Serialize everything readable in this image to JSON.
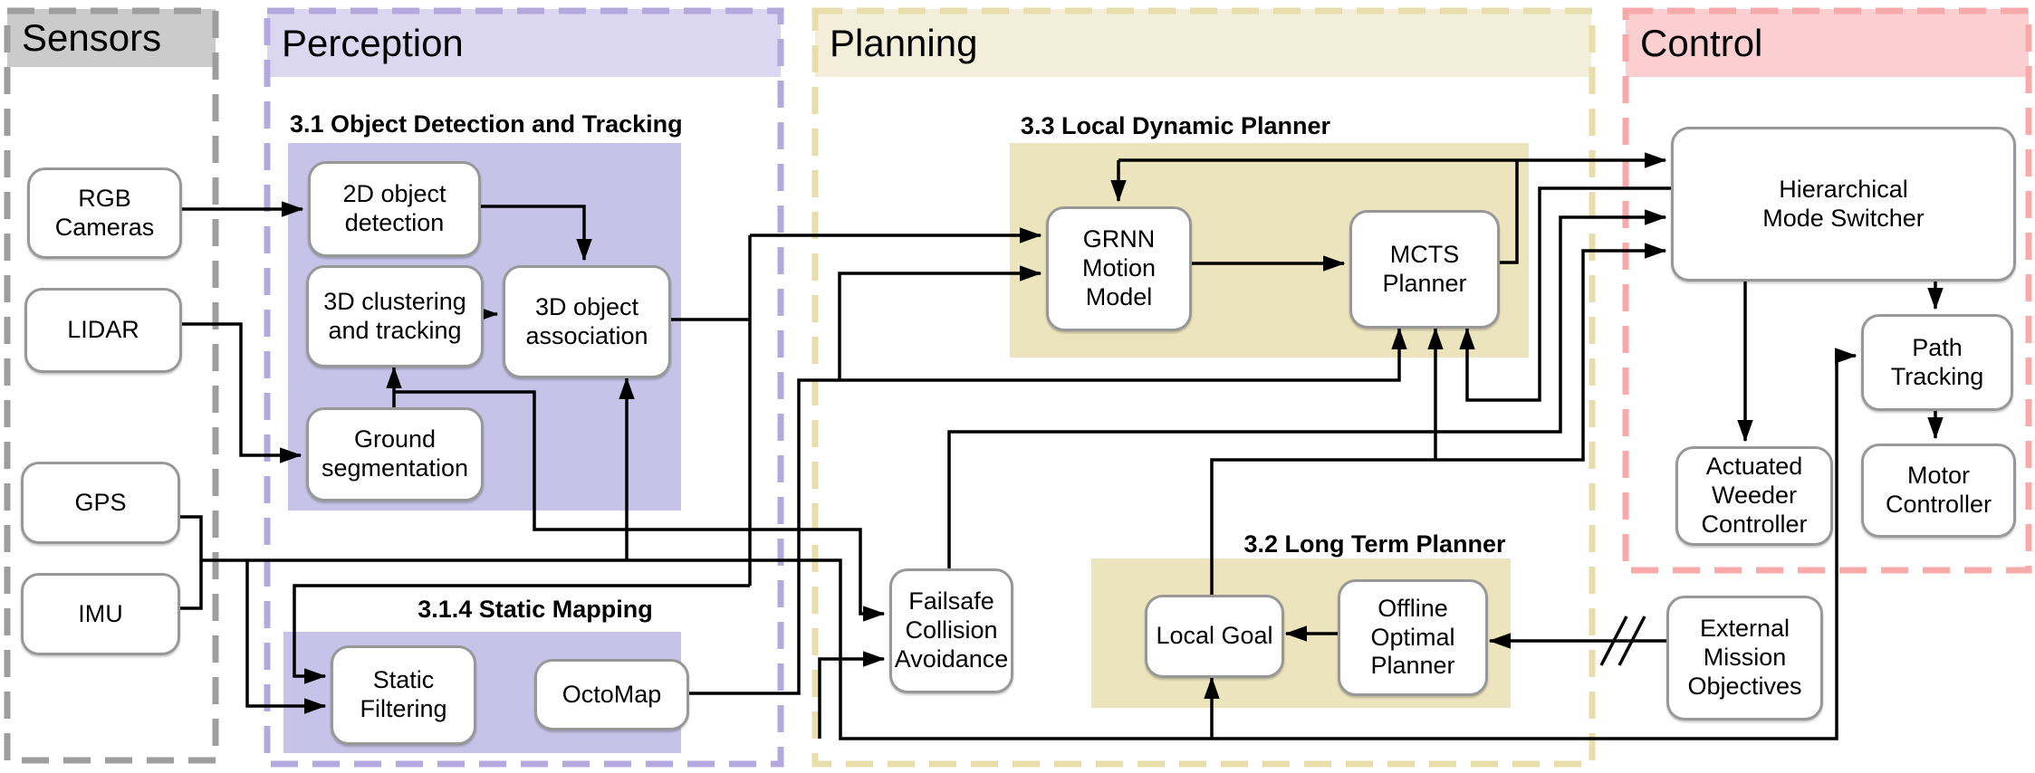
{
  "regions": {
    "sensors": {
      "title": "Sensors",
      "band_color": "#cbcbcb",
      "border_color": "#9e9e9e"
    },
    "perception": {
      "title": "Perception",
      "band_color": "#dcd7f1",
      "border_color": "#b3a9de",
      "block_color": "#c7c3e8",
      "sections": {
        "object_detection": "3.1 Object Detection and Tracking",
        "static_mapping": "3.1.4 Static Mapping"
      }
    },
    "planning": {
      "title": "Planning",
      "band_color": "#f3eed9",
      "border_color": "#e7deac",
      "block_color": "#ece4bd",
      "sections": {
        "local_dynamic_planner": "3.3 Local Dynamic Planner",
        "long_term_planner": "3.2 Long Term Planner"
      }
    },
    "control": {
      "title": "Control",
      "band_color": "#fbcfcf",
      "border_color": "#f8a9a9"
    }
  },
  "nodes": {
    "rgb_cameras": {
      "label": "RGB\nCameras"
    },
    "lidar": {
      "label": "LIDAR"
    },
    "gps": {
      "label": "GPS"
    },
    "imu": {
      "label": "IMU"
    },
    "object_detection_2d": {
      "label": "2D object\ndetection"
    },
    "clustering_tracking_3d": {
      "label": "3D clustering\nand tracking"
    },
    "object_association_3d": {
      "label": "3D object\nassociation"
    },
    "ground_segmentation": {
      "label": "Ground\nsegmentation"
    },
    "static_filtering": {
      "label": "Static\nFiltering"
    },
    "octomap": {
      "label": "OctoMap"
    },
    "grnn_motion_model": {
      "label": "GRNN\nMotion\nModel"
    },
    "mcts_planner": {
      "label": "MCTS\nPlanner"
    },
    "failsafe_collision_avoidance": {
      "label": "Failsafe\nCollision\nAvoidance"
    },
    "local_goal": {
      "label": "Local Goal"
    },
    "offline_optimal_planner": {
      "label": "Offline\nOptimal\nPlanner"
    },
    "external_mission_objectives": {
      "label": "External\nMission\nObjectives"
    },
    "hierarchical_mode_switcher": {
      "label": "Hierarchical\nMode Switcher"
    },
    "path_tracking": {
      "label": "Path\nTracking"
    },
    "actuated_weeder_controller": {
      "label": "Actuated\nWeeder\nController"
    },
    "motor_controller": {
      "label": "Motor\nController"
    }
  },
  "style": {
    "line_color": "#000000",
    "node_fill": "#ffffff",
    "node_border_color": "#989898"
  }
}
